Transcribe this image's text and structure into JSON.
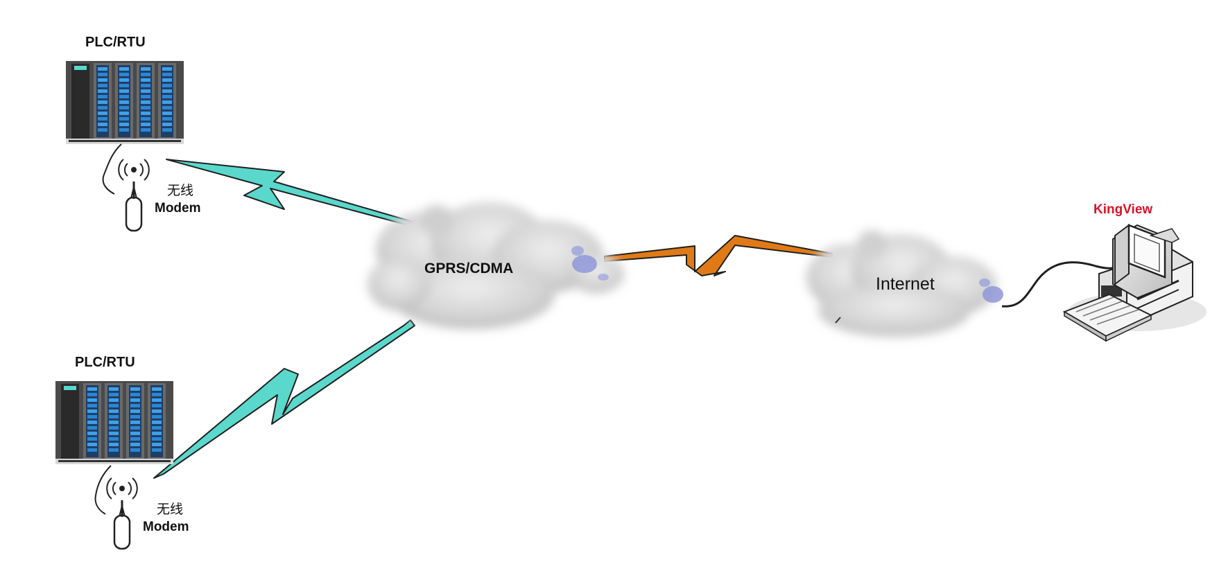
{
  "plc_top": {
    "label": "PLC/RTU",
    "modem_cn": "无线",
    "modem_en": "Modem"
  },
  "plc_bottom": {
    "label": "PLC/RTU",
    "modem_cn": "无线",
    "modem_en": "Modem"
  },
  "cloud_main": {
    "label": "GPRS/CDMA"
  },
  "cloud_internet": {
    "label": "Internet"
  },
  "computer": {
    "label": "KingView"
  },
  "colors": {
    "wireless_link": "#5ad8cc",
    "internet_link": "#e07a16",
    "kingview_text": "#d8112a",
    "rack_blue": "#2f86d9",
    "rack_dark": "#3b3b3b"
  },
  "icons": [
    "rack-icon",
    "antenna-icon",
    "cloud-icon",
    "lightning-icon",
    "computer-icon"
  ]
}
